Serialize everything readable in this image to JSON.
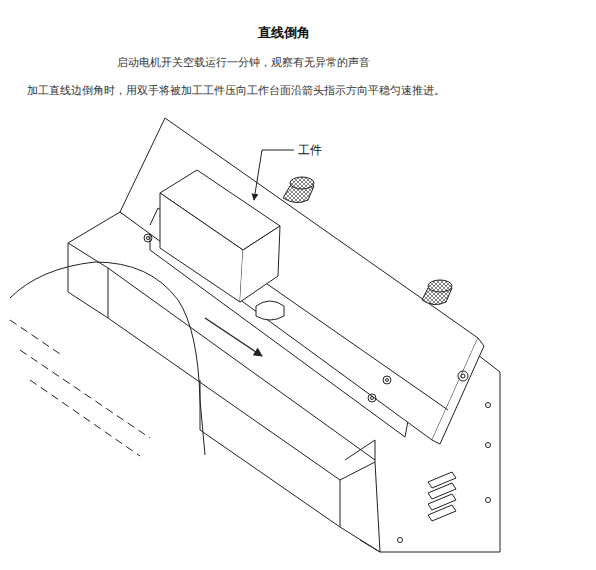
{
  "diagram": {
    "title": "直线倒角",
    "labels": [
      "启动电机开关空载运行一分钟，观察有无异常的声音",
      "加工直线边倒角时，用双手将被加工工件压向工作台面沿箭头指示方向平稳匀速推进。",
      "工件"
    ]
  }
}
